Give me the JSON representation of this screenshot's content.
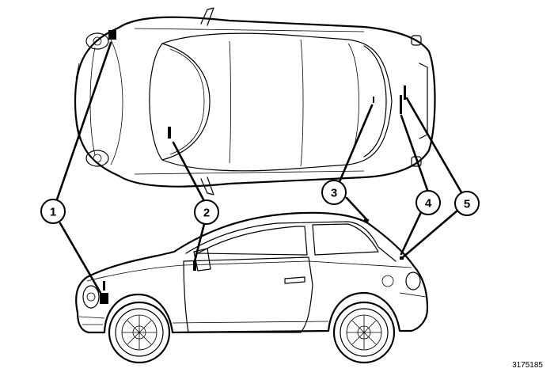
{
  "figure_id": "3175185",
  "callouts": [
    {
      "id": "callout-1",
      "label": "1"
    },
    {
      "id": "callout-2",
      "label": "2"
    },
    {
      "id": "callout-3",
      "label": "3"
    },
    {
      "id": "callout-4",
      "label": "4"
    },
    {
      "id": "callout-5",
      "label": "5"
    }
  ]
}
